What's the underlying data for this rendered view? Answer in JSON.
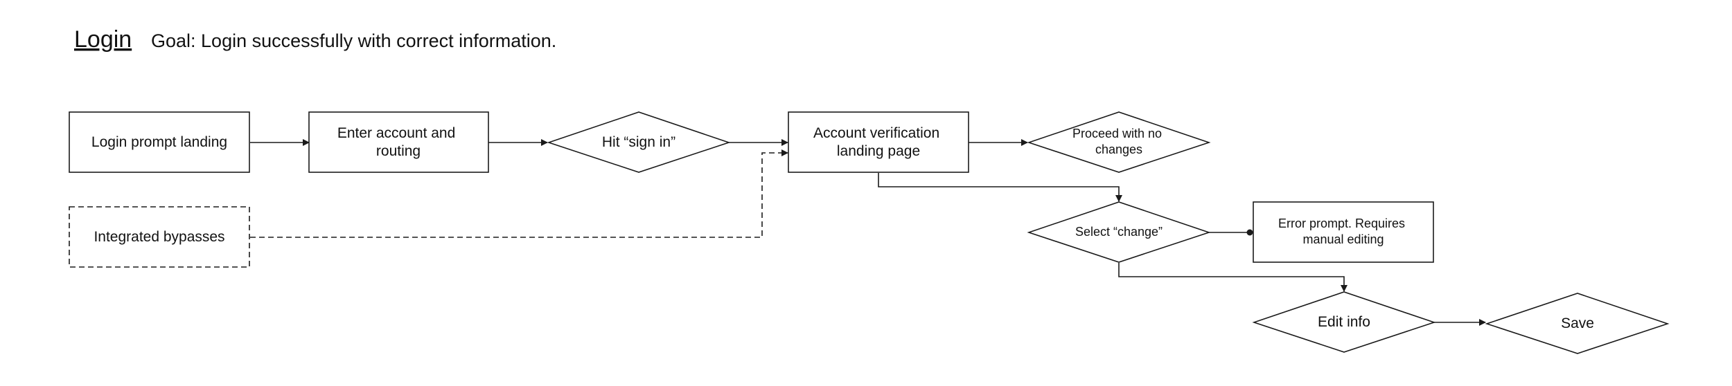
{
  "header": {
    "title": "Login",
    "goal": "Goal: Login successfully with correct information."
  },
  "nodes": {
    "login_prompt": {
      "label": [
        "Login prompt landing"
      ],
      "shape": "rect"
    },
    "enter_account": {
      "label": [
        "Enter account and",
        "routing"
      ],
      "shape": "rect"
    },
    "hit_sign_in": {
      "label": [
        "Hit “sign in”"
      ],
      "shape": "diamond"
    },
    "account_verification": {
      "label": [
        "Account verification",
        "landing page"
      ],
      "shape": "rect"
    },
    "proceed": {
      "label": [
        "Proceed with no",
        "changes"
      ],
      "shape": "diamond"
    },
    "integrated_bypasses": {
      "label": [
        "Integrated bypasses"
      ],
      "shape": "rect",
      "dashed": true
    },
    "select_change": {
      "label": [
        "Select “change”"
      ],
      "shape": "diamond"
    },
    "error_prompt": {
      "label": [
        "Error prompt. Requires",
        "manual editing"
      ],
      "shape": "rect"
    },
    "edit_info": {
      "label": [
        "Edit info"
      ],
      "shape": "diamond"
    },
    "save": {
      "label": [
        "Save"
      ],
      "shape": "diamond"
    }
  },
  "edges": [
    {
      "from": "login_prompt",
      "to": "enter_account"
    },
    {
      "from": "enter_account",
      "to": "hit_sign_in"
    },
    {
      "from": "hit_sign_in",
      "to": "account_verification"
    },
    {
      "from": "account_verification",
      "to": "proceed"
    },
    {
      "from": "integrated_bypasses",
      "to": "account_verification",
      "dashed": true
    },
    {
      "from": "account_verification",
      "to": "select_change"
    },
    {
      "from": "select_change",
      "to": "error_prompt",
      "end": "dot"
    },
    {
      "from": "select_change",
      "to": "edit_info"
    },
    {
      "from": "edit_info",
      "to": "save"
    }
  ]
}
